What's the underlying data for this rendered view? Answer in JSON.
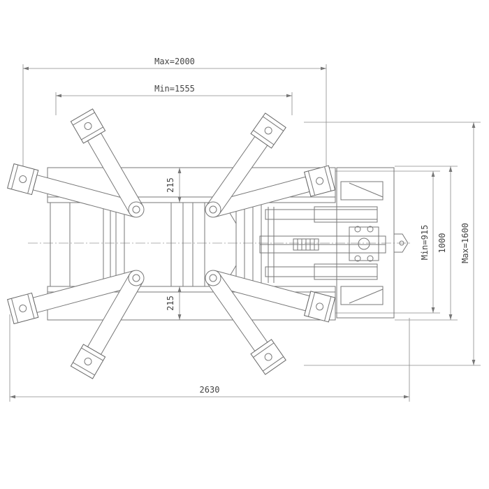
{
  "dimensions": {
    "max_2000": "Max=2000",
    "min_1555": "Min=1555",
    "overall_2630": "2630",
    "gap_top_215": "215",
    "gap_bottom_215": "215",
    "min_915": "Min=915",
    "width_1000": "1000",
    "max_1600": "Max=1600"
  },
  "colors": {
    "line": "#777777",
    "text": "#444444",
    "background": "#ffffff"
  }
}
